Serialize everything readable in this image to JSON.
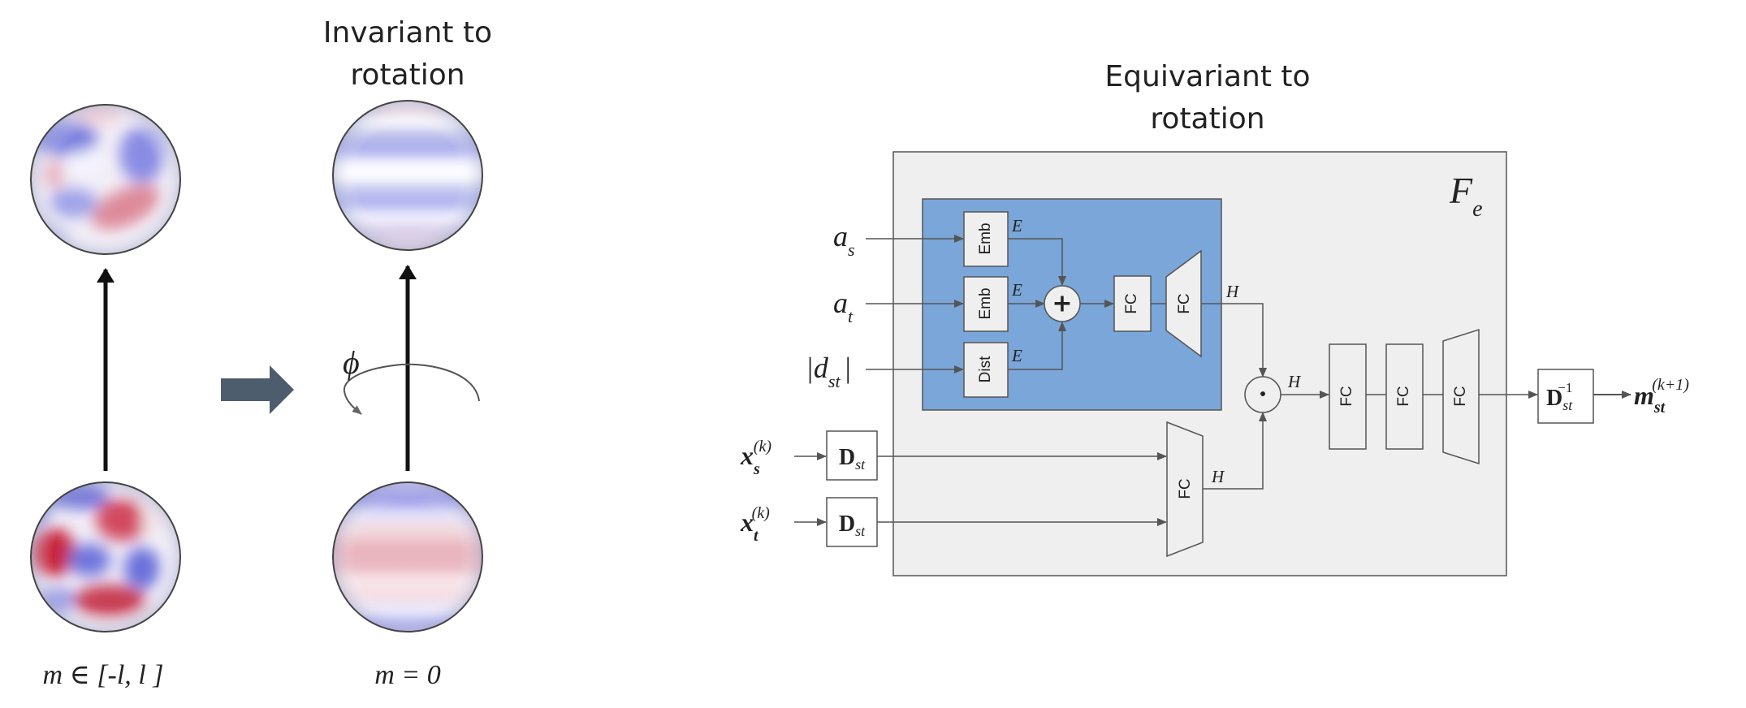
{
  "left": {
    "title_line1": "Invariant to",
    "title_line2": "rotation",
    "phi": "ϕ",
    "label_m_range": "m ∈ [-l, l ]",
    "label_m0": "m = 0"
  },
  "right": {
    "title_line1": "Equivariant to",
    "title_line2": "rotation",
    "block_label": "F",
    "block_sub": "e",
    "in_as": "a",
    "in_as_sub": "s",
    "in_at": "a",
    "in_at_sub": "t",
    "in_dst": "|d",
    "in_dst_sub": "st",
    "in_dst_close": "|",
    "in_xs": "x",
    "in_xs_sub": "s",
    "in_xs_sup": "(k)",
    "in_xt": "x",
    "in_xt_sub": "t",
    "in_xt_sup": "(k)",
    "emb": "Emb",
    "dist": "Dist",
    "fc": "FC",
    "E": "E",
    "H": "H",
    "plus": "+",
    "dot": "•",
    "D": "D",
    "D_sub": "st",
    "D_inv_sup": "−1",
    "out": "m",
    "out_sub": "st",
    "out_sup": "(k+1)"
  },
  "colors": {
    "panel_bg": "#efefef",
    "blue_box": "#7aa6d9",
    "arrow_gray": "#555d66",
    "big_arrow": "#4e5d6e"
  }
}
